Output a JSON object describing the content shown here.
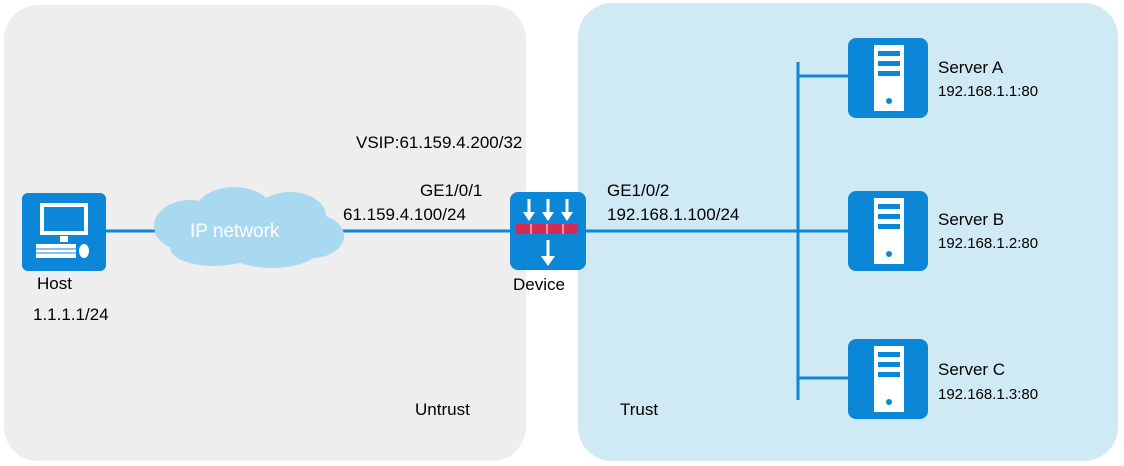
{
  "zones": {
    "untrust": "Untrust",
    "trust": "Trust"
  },
  "vsip": "VSIP:61.159.4.200/32",
  "host": {
    "name": "Host",
    "ip": "1.1.1.1/24"
  },
  "cloud": {
    "label": "IP network"
  },
  "device": {
    "name": "Device",
    "port_left": "GE1/0/1",
    "ip_left": "61.159.4.100/24",
    "port_right": "GE1/0/2",
    "ip_right": "192.168.1.100/24"
  },
  "servers": [
    {
      "name": "Server A",
      "addr": "192.168.1.1:80"
    },
    {
      "name": "Server B",
      "addr": "192.168.1.2:80"
    },
    {
      "name": "Server C",
      "addr": "192.168.1.3:80"
    }
  ],
  "colors": {
    "icon_blue": "#0c86d6",
    "untrust_bg": "#eeeeee",
    "trust_bg": "#cfe9f5",
    "cloud": "#a9d9f1",
    "firewall_red": "#d62a55"
  }
}
